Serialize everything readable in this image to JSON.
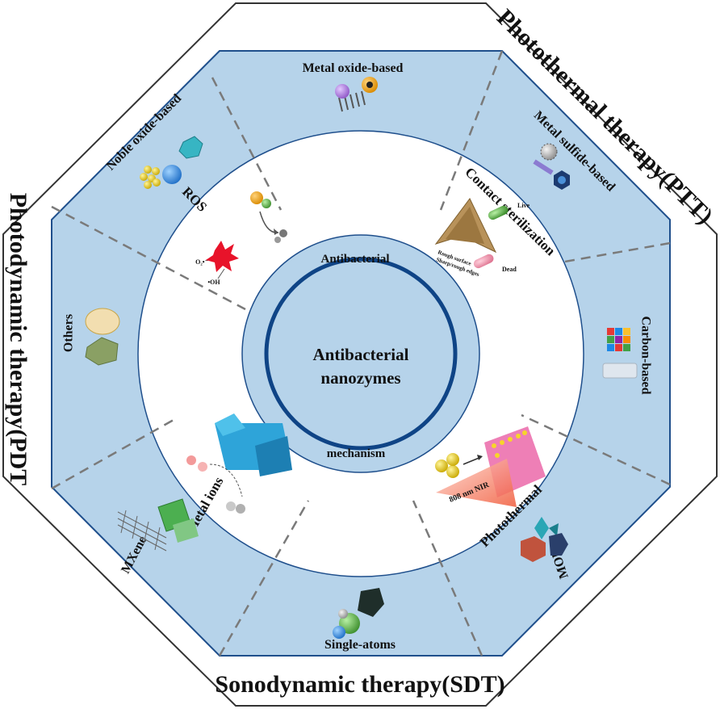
{
  "therapies": {
    "ptt": "Photothermal therapy(PTT)",
    "pdt": "Photodynamic therapy(PDT)",
    "sdt": "Sonodynamic therapy(SDT)"
  },
  "categories": {
    "metal_oxide": "Metal oxide-based",
    "metal_sulfide": "Metal sulfide-based",
    "carbon": "Carbon-based",
    "mofs": "MOFs",
    "single_atoms": "Single-atoms",
    "mxene": "MXene",
    "others": "Others",
    "noble_oxide": "Noble oxide-based"
  },
  "mechanisms": {
    "ros": "ROS",
    "contact": "Contact sterilization",
    "photothermal": "Photothermal",
    "metal_ions": "Metal ions"
  },
  "inner_ring": {
    "top": "Antibacterial",
    "bottom": "mechanism"
  },
  "center": {
    "line1": "Antibacterial",
    "line2": "nanozymes"
  },
  "inset_labels": {
    "live": "Live",
    "dead": "Dead",
    "surface_line1": "Rough surface",
    "surface_line2": "Sharp/rough edges",
    "nir": "808 nm NIR",
    "o2_minus": "O₂•⁻",
    "oh_radical": "•OH"
  },
  "colors": {
    "octagon_fill": "#b6d3ea",
    "octagon_stroke": "#1f4f8c",
    "outer_frame": "#333333",
    "inner_circle_stroke": "#0f4486",
    "ring_fill": "#ffffff",
    "divider": "#7a7a7a"
  }
}
